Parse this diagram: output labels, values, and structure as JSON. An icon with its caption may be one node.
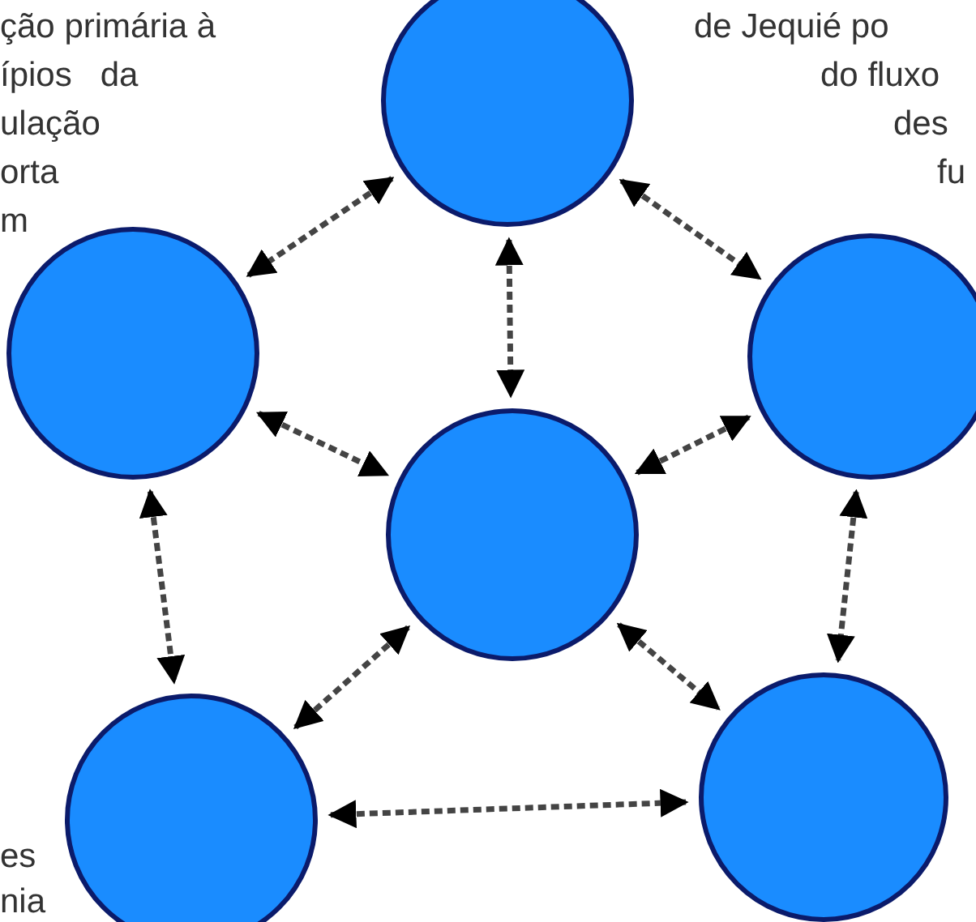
{
  "diagram": {
    "nodes": [
      {
        "text": [],
        "shape": "circle"
      },
      {
        "text": [],
        "shape": "circle"
      },
      {
        "text": [],
        "shape": "circle"
      },
      {
        "text": [],
        "shape": "circle"
      },
      {
        "text": [],
        "shape": "circle"
      },
      {
        "text": [],
        "shape": "circle"
      }
    ],
    "edges": [
      {
        "from": 0,
        "to": 1,
        "arrow": "both"
      },
      {
        "from": 0,
        "to": 2,
        "arrow": "both"
      },
      {
        "from": 0,
        "to": 3,
        "arrow": "both"
      },
      {
        "from": 1,
        "to": 3,
        "arrow": "both"
      },
      {
        "from": 2,
        "to": 3,
        "arrow": "both"
      },
      {
        "from": 1,
        "to": 4,
        "arrow": "both"
      },
      {
        "from": 2,
        "to": 5,
        "arrow": "both"
      },
      {
        "from": 3,
        "to": 4,
        "arrow": "both"
      },
      {
        "from": 3,
        "to": 5,
        "arrow": "both"
      },
      {
        "from": 4,
        "to": 5,
        "arrow": "both"
      }
    ],
    "labels": [
      "ção primária à",
      "ípios   da",
      "ulação",
      "orta",
      "m",
      "de Jequié po",
      "do fluxo",
      "des",
      "fu",
      "es",
      "nia"
    ]
  }
}
